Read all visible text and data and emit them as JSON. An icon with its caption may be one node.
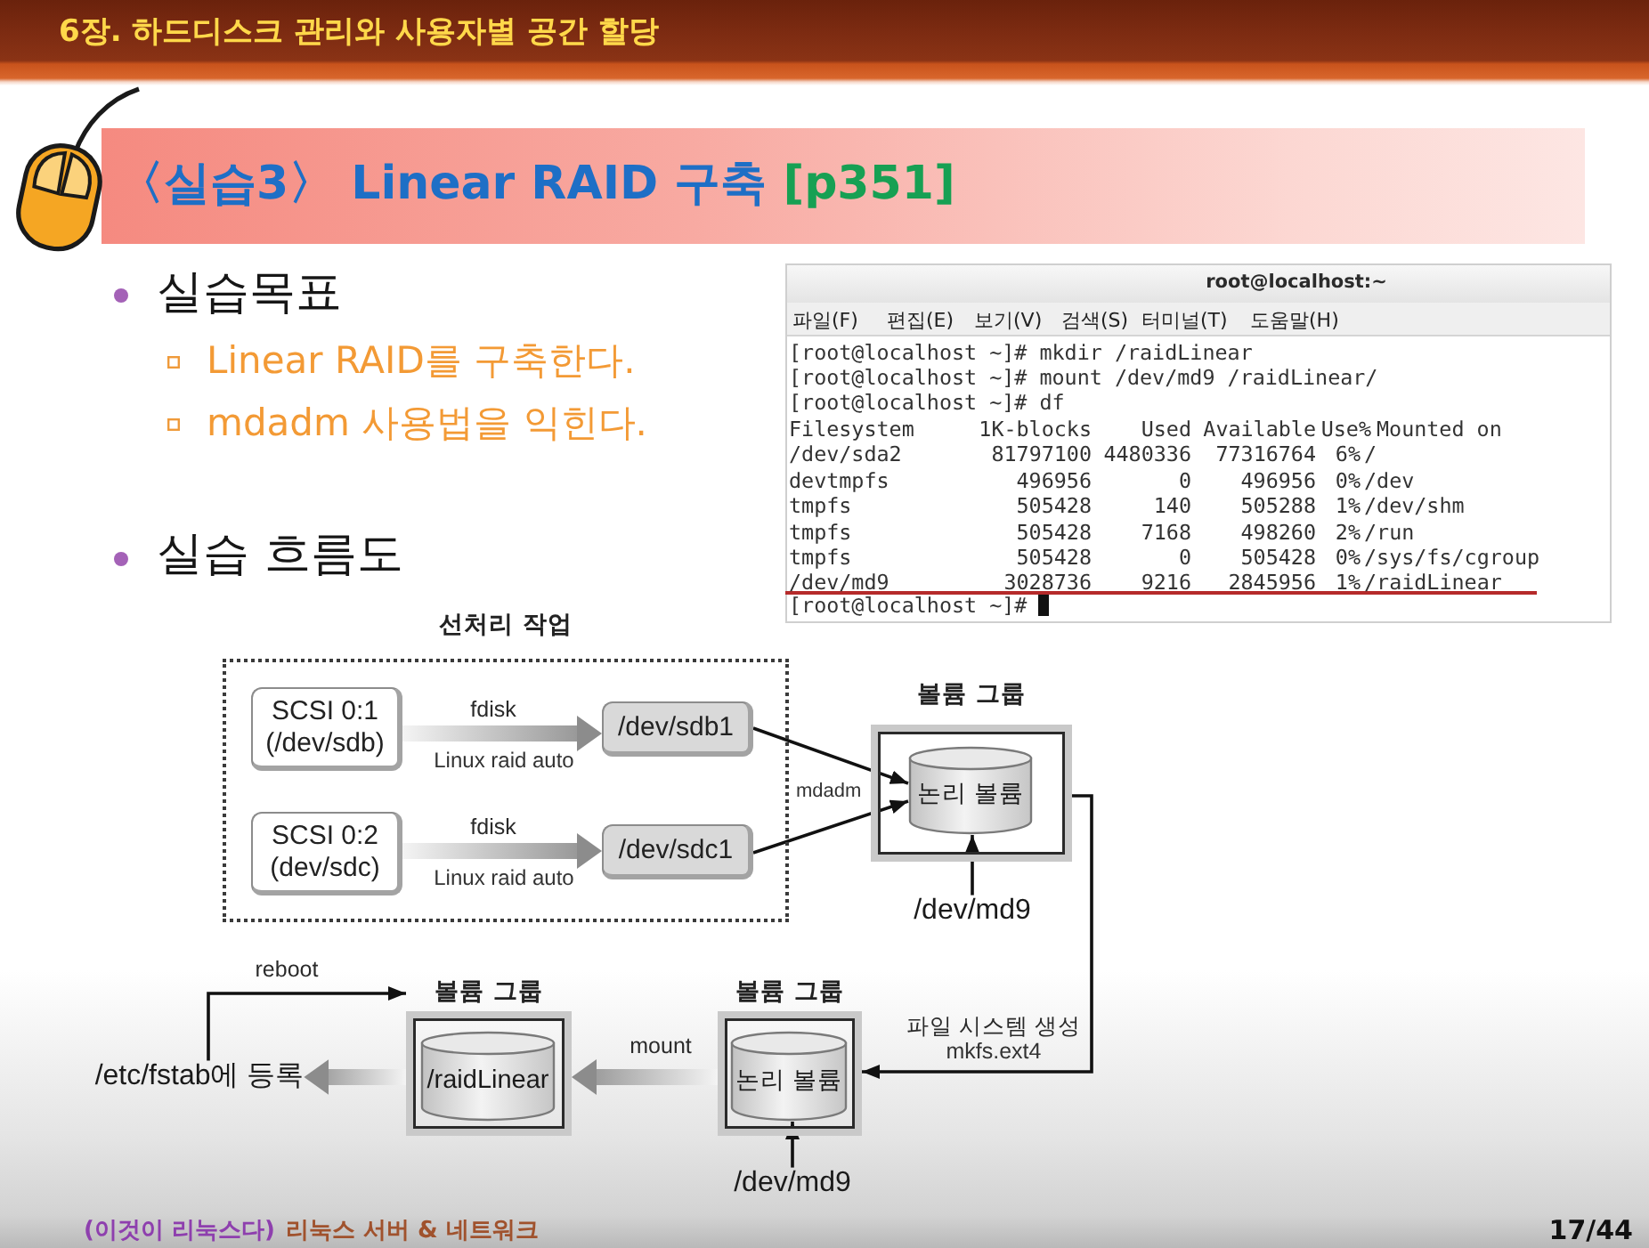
{
  "diagram": {
    "title": "〈실습3〉 Linear RAID 구축 [p351]",
    "nodes": [
      {
        "text": [
          "선처리 작업"
        ]
      },
      {
        "text": [
          "SCSI 0:1 (/dev/sdb)"
        ],
        "in": 0
      },
      {
        "text": [
          "/dev/sdb1"
        ],
        "in": 0
      },
      {
        "text": [
          "SCSI 0:2 (dev/sdc)"
        ],
        "in": 0
      },
      {
        "text": [
          "/dev/sdc1"
        ],
        "in": 0
      },
      {
        "text": [
          "볼륨 그룹"
        ]
      },
      {
        "text": [
          "논리 볼륨"
        ],
        "in": 5
      },
      {
        "text": [
          "/dev/md9"
        ]
      },
      {
        "text": [
          "/etc/fstab에 등록"
        ]
      },
      {
        "text": [
          "볼륨 그룹"
        ]
      },
      {
        "text": [
          "/raidLinear"
        ],
        "in": 9
      },
      {
        "text": [
          "볼륨 그룹"
        ]
      },
      {
        "text": [
          "논리 볼륨"
        ],
        "in": 11
      },
      {
        "text": [
          "/dev/md9"
        ]
      }
    ],
    "edges": [
      {
        "from": 1,
        "to": 2,
        "arrow": "to",
        "label": "fdisk",
        "style": "thick",
        "color": "#8c8c8c"
      },
      {
        "from": 3,
        "to": 4,
        "arrow": "to",
        "label": "fdisk",
        "style": "thick",
        "color": "#8c8c8c"
      },
      {
        "from": 2,
        "to": 6,
        "arrow": "to"
      },
      {
        "from": 4,
        "to": 6,
        "arrow": "to"
      },
      {
        "from": 7,
        "to": 6,
        "arrow": "to"
      },
      {
        "from": 5,
        "to": 11,
        "arrow": "to",
        "label": "파일 시스템 생성"
      },
      {
        "from": 13,
        "to": 12,
        "arrow": "to"
      },
      {
        "from": 11,
        "to": 9,
        "arrow": "to",
        "label": "mount",
        "style": "thick",
        "color": "#8c8c8c"
      },
      {
        "from": 9,
        "to": 8,
        "arrow": "to",
        "style": "thick",
        "color": "#8c8c8c"
      },
      {
        "from": 8,
        "to": 9,
        "arrow": "to",
        "label": "reboot"
      }
    ],
    "labels": [
      "6장. 하드디스크 관리와 사용자별 공간 할당",
      "실습목표",
      "Linear RAID를 구축한다.",
      "mdadm 사용법을 익힌다.",
      "root@localhost:~",
      "파일(F)",
      "편집(E)",
      "보기(V)",
      "검색(S)",
      "터미널(T)",
      "도움말(H)",
      "[root@localhost ~]# mkdir /raidLinear",
      "[root@localhost ~]# mount /dev/md9 /raidLinear/",
      "[root@localhost ~]# df",
      "Filesystem",
      "1K-blocks",
      "Used",
      "Available",
      "Use%",
      "Mounted on",
      "/dev/sda2",
      "81797100",
      "4480336",
      "77316764",
      "6%",
      "/",
      "devtmpfs",
      "496956",
      "0",
      "496956",
      "0%",
      "/dev",
      "tmpfs",
      "505428",
      "140",
      "505288",
      "1%",
      "/dev/shm",
      "tmpfs",
      "505428",
      "7168",
      "498260",
      "2%",
      "/run",
      "tmpfs",
      "505428",
      "0",
      "505428",
      "0%",
      "/sys/fs/cgroup",
      "/dev/md9",
      "3028736",
      "9216",
      "2845956",
      "1%",
      "/raidLinear",
      "[root@localhost ~]#",
      "실습 흐름도",
      "Linux raid auto",
      "mdadm",
      "Linux raid auto",
      "mkfs.ext4",
      "(이것이 리눅스다)",
      "리눅스 서버 & 네트워크",
      "17/44"
    ]
  }
}
